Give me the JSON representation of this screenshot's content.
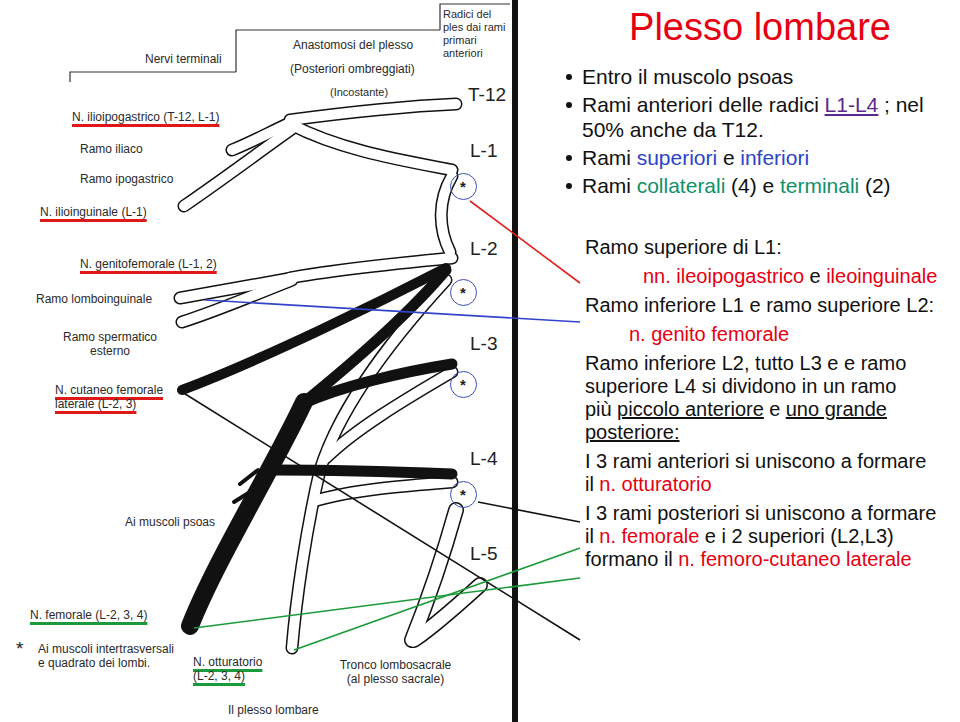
{
  "diagram": {
    "title": "Plesso lombare",
    "caption": "Il plesso lombare",
    "nodes": [
      {
        "text": [
          "*"
        ]
      },
      {
        "text": [
          "*"
        ]
      },
      {
        "text": [
          "*"
        ]
      },
      {
        "text": [
          "*"
        ]
      }
    ],
    "labels": [
      "Nervi terminali",
      "Anastomosi del plesso",
      "(Posteriori ombreggiati)",
      "Radici del ples dai rami primari anteriori",
      "T-12",
      "(Incostante)",
      "N. ilioipogastrico (T-12, L-1)",
      "L-1",
      "Ramo iliaco",
      "Ramo ipogastrico",
      "N. ilioinguinale (L-1)",
      "L-2",
      "N. genitofemorale (L-1, 2)",
      "Ramo lomboinguinale",
      "Ramo spermatico esterno",
      "L-3",
      "N. cutaneo femorale laterale (L-2, 3)",
      "L-4",
      "Ai muscoli psoas",
      "L-5",
      "N. femorale (L-2, 3, 4)",
      "*",
      "Ai muscoli intertrasversali e quadrato dei lombi.",
      "N. otturatorio (L-2, 3, 4)",
      "Tronco lombosacrale (al plesso sacrale)",
      "Entro il muscolo psoas",
      "Rami anteriori delle radici",
      "L1-L4",
      "; nel 50% anche da T12.",
      "Rami",
      "superiori",
      "e",
      "inferiori",
      "Rami",
      "collaterali",
      "(4) e",
      "terminali",
      "(2)",
      "Ramo superiore di L1:",
      "nn. ileoipogastrico",
      "e",
      "ileoinguinale",
      "Ramo inferiore L1 e ramo superiore L2:",
      "n. genito femorale",
      "Ramo inferiore L2, tutto L3 e e ramo superiore L4 si dividono in un ramo più",
      "piccolo anteriore",
      "e",
      "uno grande posteriore:",
      "I 3 rami anteriori si uniscono a formare il",
      "n. otturatorio",
      "I 3 rami posteriori si uniscono a formare il",
      "n. femorale",
      "e i 2 superiori (L2,L3) formano il",
      "n. femoro-cutaneo laterale"
    ]
  }
}
